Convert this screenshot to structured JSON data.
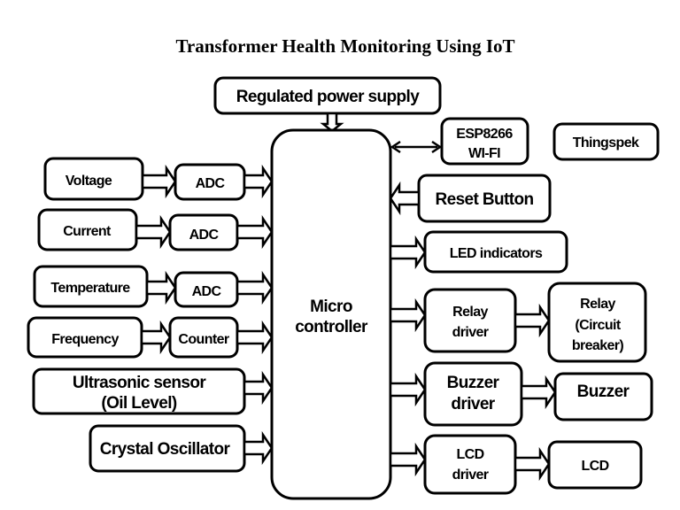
{
  "title": "Transformer Health Monitoring Using IoT",
  "blocks": {
    "power_supply": "Regulated power supply",
    "microcontroller": [
      "Micro",
      "controller"
    ],
    "voltage": "Voltage",
    "current": "Current",
    "temperature": "Temperature",
    "frequency": "Frequency",
    "adc": "ADC",
    "counter": "Counter",
    "ultrasonic": [
      "Ultrasonic sensor",
      "(Oil Level)"
    ],
    "crystal": "Crystal Oscillator",
    "esp": [
      "ESP8266",
      "WI-FI"
    ],
    "thingspeak": "Thingspek",
    "reset": "Reset Button",
    "led": "LED indicators",
    "relay_driver": [
      "Relay",
      "driver"
    ],
    "relay": [
      "Relay",
      "(Circuit",
      "breaker)"
    ],
    "buzzer_driver": [
      "Buzzer",
      "driver"
    ],
    "buzzer": "Buzzer",
    "lcd_driver": [
      "LCD",
      "driver"
    ],
    "lcd": "LCD"
  }
}
